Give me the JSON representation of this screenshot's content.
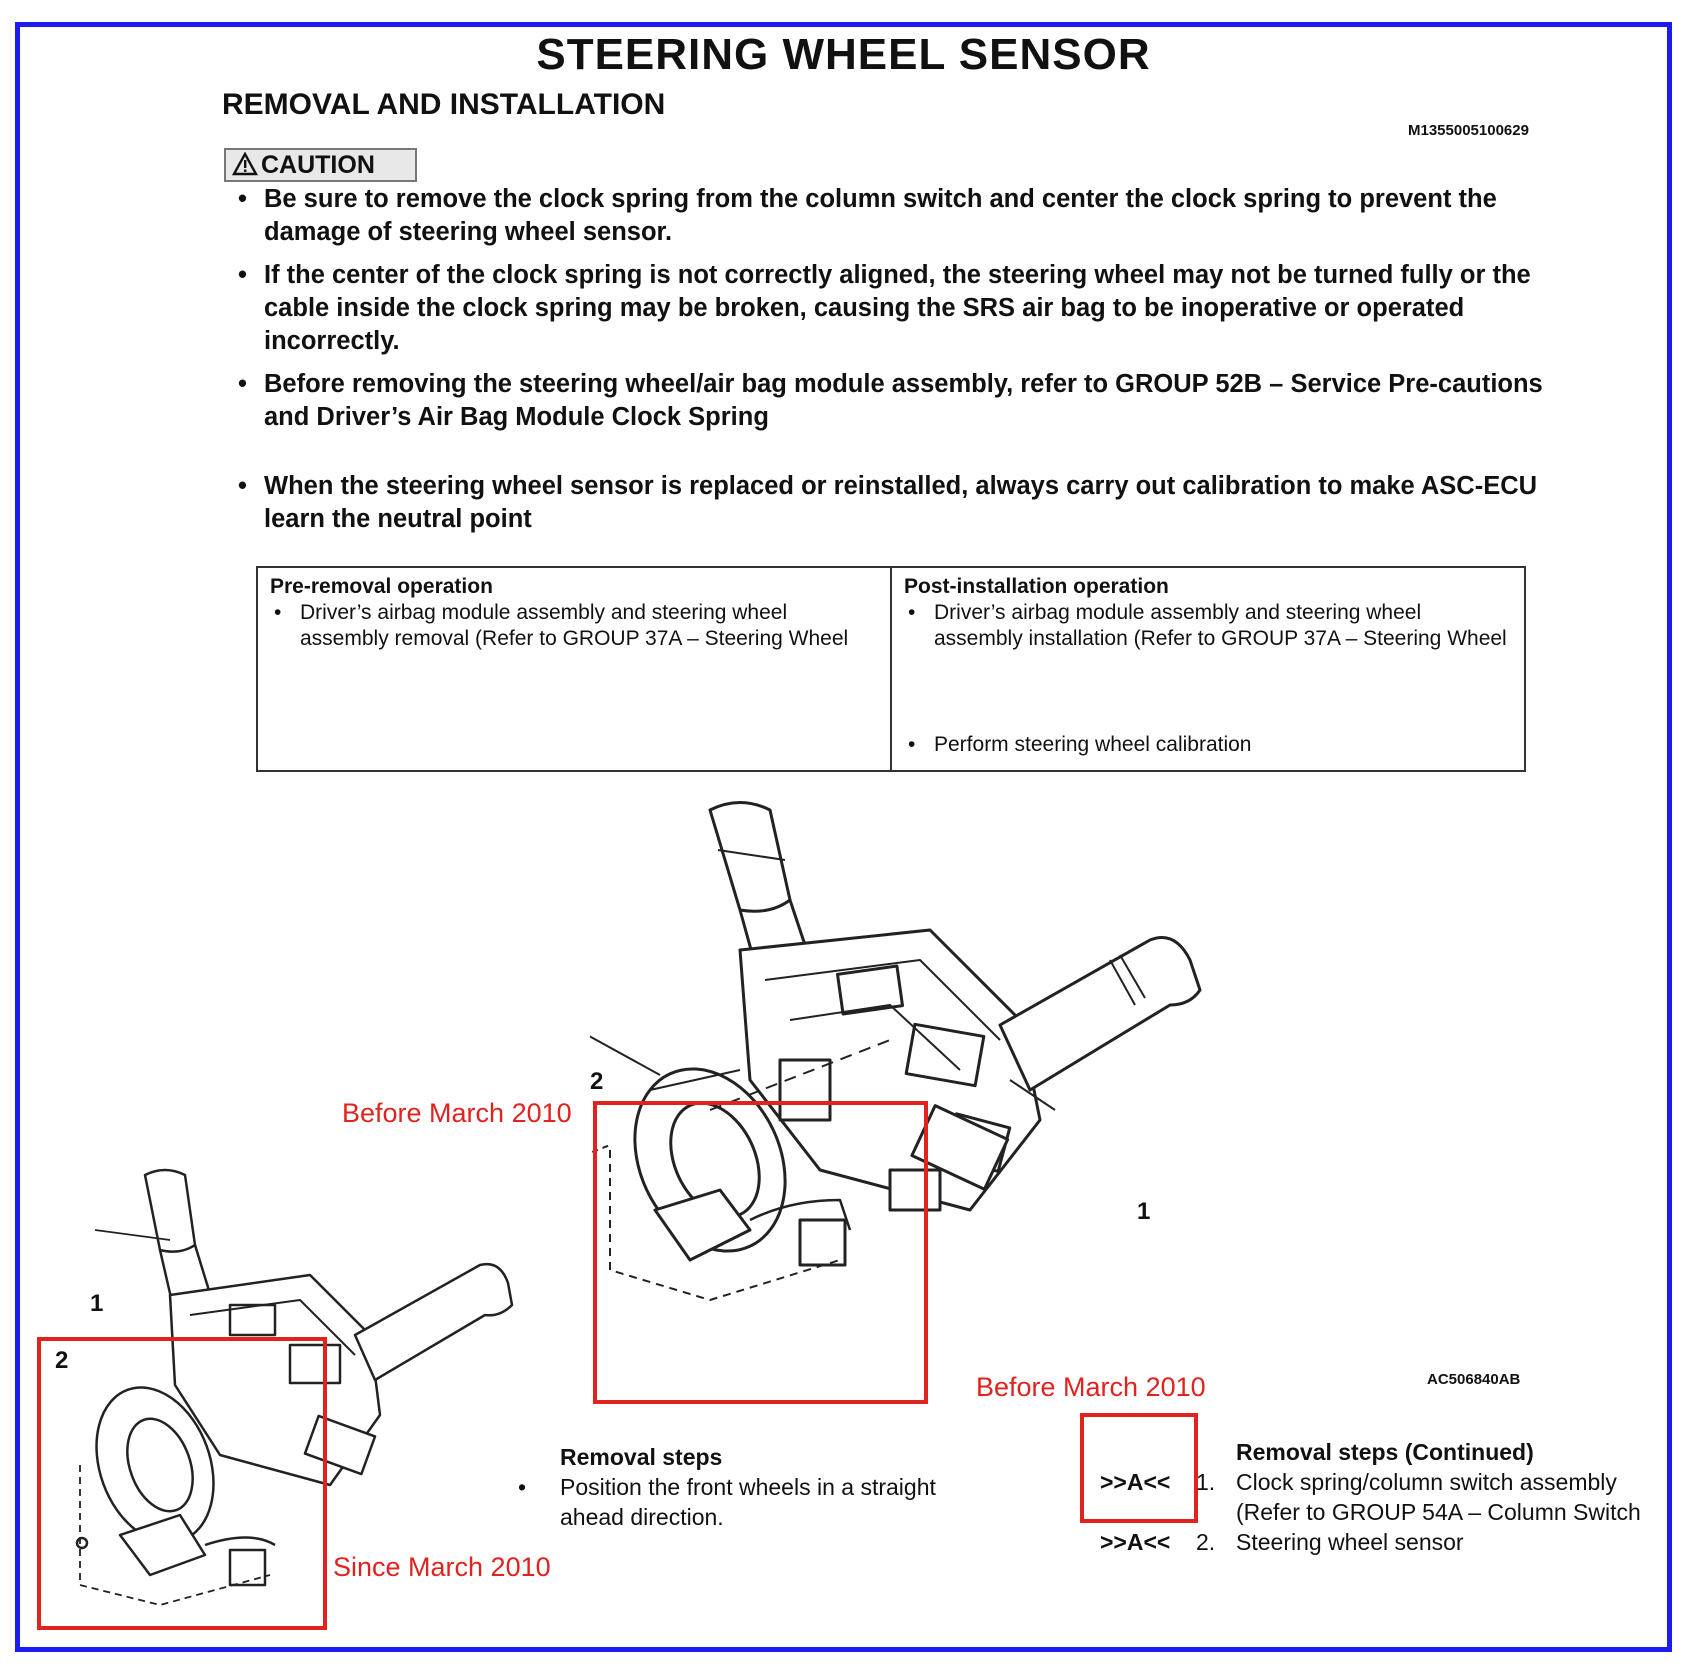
{
  "title": "STEERING WHEEL SENSOR",
  "subtitle": "REMOVAL AND INSTALLATION",
  "doc_id": "M1355005100629",
  "caution_label": "CAUTION",
  "caution_items": [
    "Be sure to remove the clock spring from the column switch and center the clock spring to prevent the damage of steering wheel sensor.",
    "If the center of the clock spring is not correctly aligned, the steering wheel may not be turned fully or the cable inside the clock spring may be broken, causing the SRS air bag to be inoperative or operated incorrectly.",
    "Before removing the steering wheel/air bag module assembly, refer to GROUP 52B – Service Pre-cautions                and Driver’s Air Bag Module Clock Spring",
    "When the steering wheel sensor is replaced or reinstalled, always carry out calibration to make ASC-ECU learn the neutral point"
  ],
  "operations": {
    "pre_removal": {
      "heading": "Pre-removal operation",
      "items": [
        "Driver’s airbag module assembly and steering wheel assembly removal (Refer to GROUP 37A – Steering Wheel"
      ]
    },
    "post_installation": {
      "heading": "Post-installation operation",
      "items": [
        "Driver’s airbag module assembly and steering wheel assembly installation (Refer to GROUP 37A – Steering Wheel",
        "Perform steering wheel calibration"
      ]
    }
  },
  "figure": {
    "callout_1": "1",
    "callout_2": "2",
    "figure_code": "AC506840AB",
    "label_before_1": "Before March 2010",
    "label_before_2": "Before March 2010",
    "label_since": "Since March 2010",
    "accent_color": "#e0231e"
  },
  "removal_steps": {
    "heading": "Removal steps",
    "bullet": "Position the front wheels in a straight ahead direction."
  },
  "removal_steps_continued": {
    "heading": "Removal steps (Continued)",
    "steps": [
      {
        "marker": ">>A<<",
        "number": "1.",
        "text": "Clock spring/column switch assembly (Refer to GROUP 54A – Column Switch"
      },
      {
        "marker": ">>A<<",
        "number": "2.",
        "text": "Steering wheel sensor"
      }
    ]
  },
  "frame_color": "#1c1cf0"
}
